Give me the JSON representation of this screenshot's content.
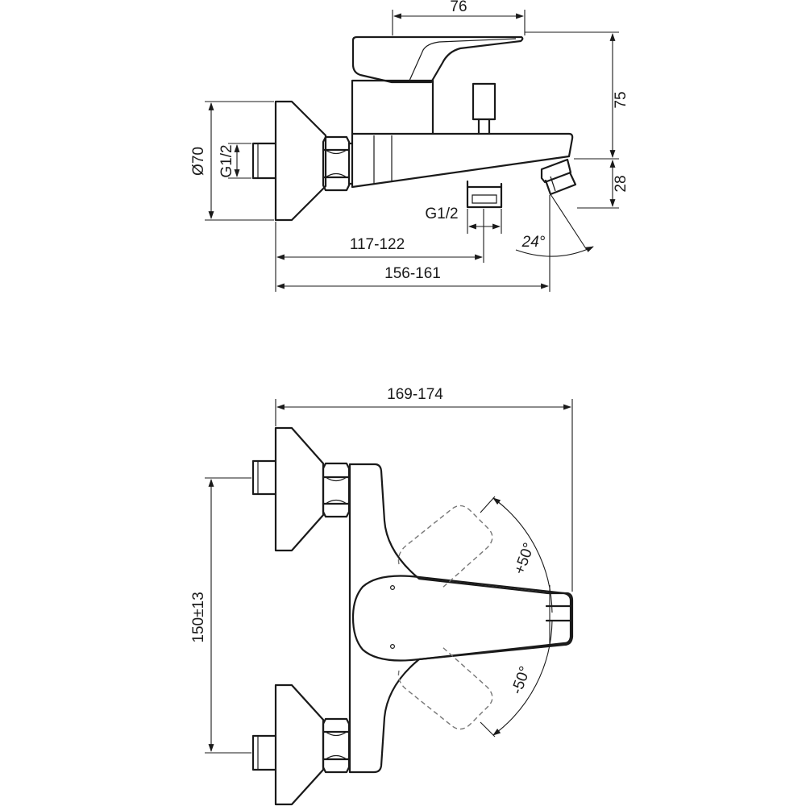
{
  "side_view": {
    "dim_width_top": "76",
    "dim_height_total": "75",
    "dim_outlet_height": "28",
    "dim_flange_diameter": "Ø70",
    "dim_inlet_thread": "G1/2",
    "dim_outlet_thread": "G1/2",
    "dim_projection_short": "117-122",
    "dim_projection_long": "156-161",
    "dim_outlet_angle": "24°"
  },
  "top_view": {
    "dim_overall_width": "169-174",
    "dim_center_distance": "150±13",
    "dim_lever_plus": "+50°",
    "dim_lever_minus": "-50°"
  }
}
